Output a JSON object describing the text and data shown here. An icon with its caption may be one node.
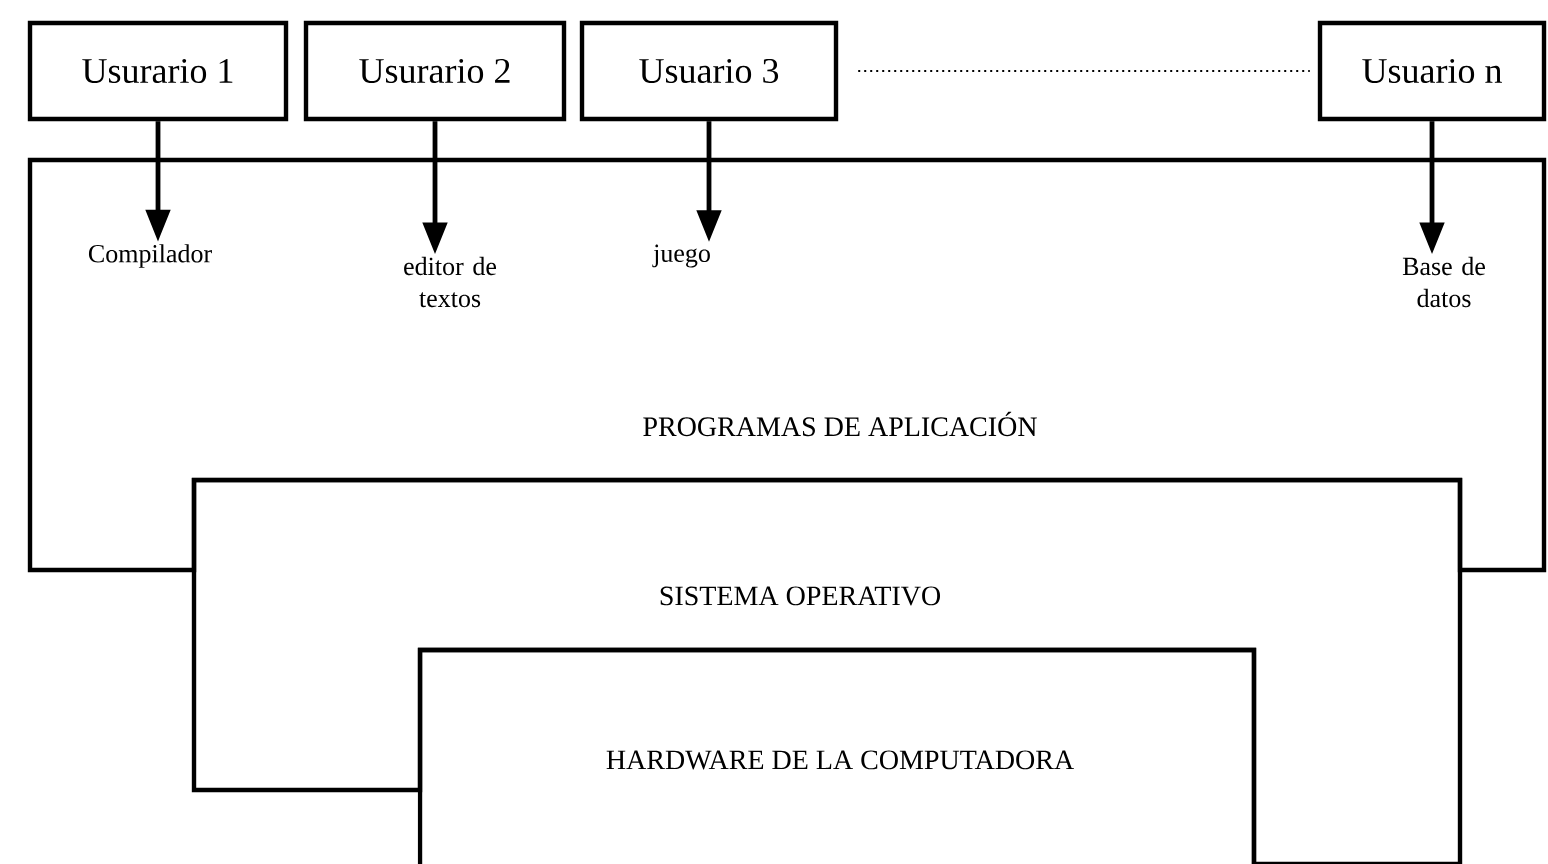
{
  "diagram": {
    "nodes": [
      {
        "text": [
          "Usurario 1"
        ]
      },
      {
        "text": [
          "Usurario 2"
        ]
      },
      {
        "text": [
          "Usuario 3"
        ]
      },
      {
        "text": [
          "Usuario n"
        ]
      },
      {
        "text": [
          "PROGRAMAS DE APLICACIÓN"
        ]
      },
      {
        "text": [
          "Compilador"
        ],
        "in": 4
      },
      {
        "text": [
          "editor de textos"
        ],
        "in": 4
      },
      {
        "text": [
          "juego"
        ],
        "in": 4
      },
      {
        "text": [
          "Base de datos"
        ],
        "in": 4
      },
      {
        "text": [
          "SISTEMA OPERATIVO"
        ]
      },
      {
        "text": [
          "HARDWARE DE LA COMPUTADORA"
        ]
      }
    ],
    "edges": [
      {
        "from": 0,
        "to": 5,
        "arrow": "to"
      },
      {
        "from": 1,
        "to": 6,
        "arrow": "to"
      },
      {
        "from": 2,
        "to": 7,
        "arrow": "to"
      },
      {
        "from": 3,
        "to": 8,
        "arrow": "to"
      },
      {
        "from": 2,
        "to": 3,
        "arrow": "none",
        "style": "dashed"
      }
    ]
  }
}
